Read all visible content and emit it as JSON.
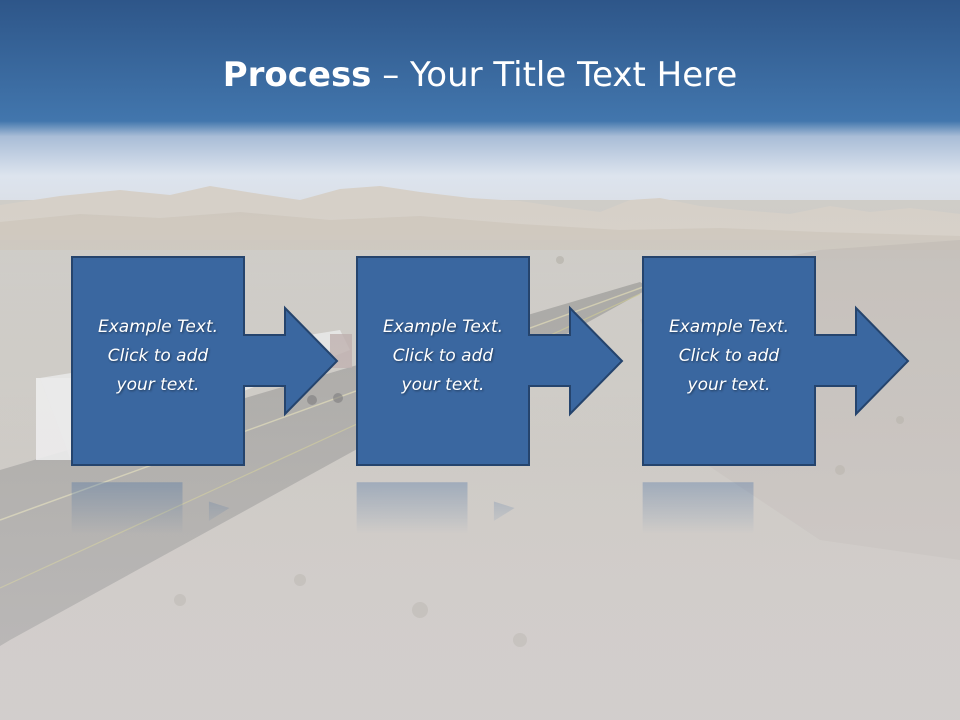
{
  "slide": {
    "title_bold": "Process",
    "title_rest": " – Your Title Text Here",
    "colors": {
      "header_blue": "#2f5d8e",
      "box_fill": "#3a67a0",
      "box_border": "#25446d",
      "text": "#ffffff"
    },
    "steps": [
      {
        "line1": "Example Text.",
        "line2": "Click  to add",
        "line3": "your text."
      },
      {
        "line1": "Example Text.",
        "line2": "Click  to add",
        "line3": "your text."
      },
      {
        "line1": "Example Text.",
        "line2": "Click  to add",
        "line3": "your text."
      }
    ],
    "background_image": "desert-highway-with-truck"
  }
}
